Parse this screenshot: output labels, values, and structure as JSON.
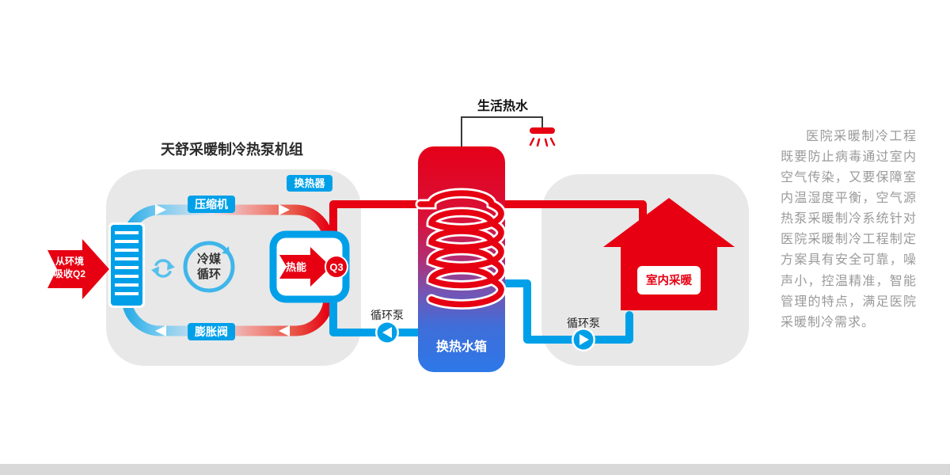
{
  "title": "天舒采暖制冷热泵机组",
  "unit": {
    "compressor": "压缩机",
    "expansion_valve": "膨胀阀",
    "heat_exchanger": "换热器",
    "refrigerant_line1": "冷媒",
    "refrigerant_line2": "循环",
    "ambient_line1": "从环境",
    "ambient_line2": "吸收Q2",
    "heat_energy": "热能",
    "q3": "Q3"
  },
  "tank": {
    "label": "换热水箱"
  },
  "hot_water": {
    "label": "生活热水"
  },
  "pumps": {
    "left": "循环泵",
    "right": "循环泵"
  },
  "house": {
    "label": "室内采暖"
  },
  "description": "医院采暖制冷工程既要防止病毒通过室内空气传染，又要保障室内温湿度平衡，空气源热泵采暖制冷系统针对医院采暖制冷工程制定方案具有安全可靠，噪声小，控温精准，智能管理的特点，满足医院采暖制冷需求。",
  "colors": {
    "red": "#e60012",
    "blue": "#00a0e9",
    "tank_bottom_blue": "#2d78e8",
    "panel_gray": "#e8e8e8",
    "text_gray": "#9a9a9a"
  }
}
